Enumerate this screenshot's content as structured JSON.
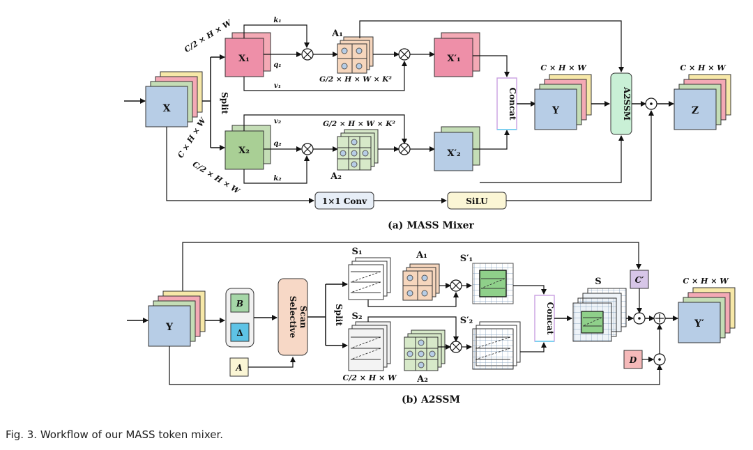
{
  "caption": "Fig. 3. Workflow of our MASS token mixer.",
  "panel_a": {
    "title": "(a) MASS Mixer",
    "input": "X",
    "input_dim": "C × H × W",
    "split": "Split",
    "x1": "X₁",
    "x2": "X₂",
    "x1_dim": "C/2 × H × W",
    "x2_dim": "C/2 × H × W",
    "k1": "k₁",
    "q1": "q₁",
    "v1": "v₁",
    "k2": "k₂",
    "q2": "q₂",
    "v2": "v₂",
    "a1": "A₁",
    "a2": "A₂",
    "attn_dim1": "G/2 × H × W × K²",
    "attn_dim2": "G/2 × H × W × K²",
    "x1p": "X′₁",
    "x2p": "X′₂",
    "concat": "Concat",
    "y": "Y",
    "y_dim": "C × H × W",
    "a2ssm": "A2SSM",
    "z": "Z",
    "z_dim": "C × H × W",
    "conv": "1×1 Conv",
    "silu": "SiLU"
  },
  "panel_b": {
    "title": "(b) A2SSM",
    "input": "Y",
    "b": "B",
    "delta": "Δ",
    "a": "A",
    "selective": "Selective",
    "scan": "Scan",
    "split": "Split",
    "s1": "S₁",
    "s2": "S₂",
    "a1": "A₁",
    "a2": "A₂",
    "s1p": "S′₁",
    "s2p": "S′₂",
    "s_dim": "C/2 × H × W",
    "concat": "Concat",
    "s": "S",
    "c": "C′",
    "d": "D",
    "out": "Y′",
    "out_dim": "C × H × W"
  },
  "colors": {
    "feat_blue": "#b7cde6",
    "feat_green": "#c4ddb6",
    "feat_red": "#f4a9b5",
    "feat_yellow": "#f7e8a8",
    "x1_pink": "#ee8fa8",
    "x2_green": "#a9cf95",
    "attn_orange": "#f6d6bd",
    "attn_green": "#d7e9c9",
    "a2ssm_green": "#c9f0d6",
    "silu_yellow": "#fbf6d5",
    "conv_blue": "#e7eef7",
    "scan_peach": "#f7d8c6",
    "c_purple": "#d7c6e8",
    "d_pink": "#f5b9b9",
    "b_green": "#a5d6a7",
    "delta_blue": "#5ec3e6"
  }
}
